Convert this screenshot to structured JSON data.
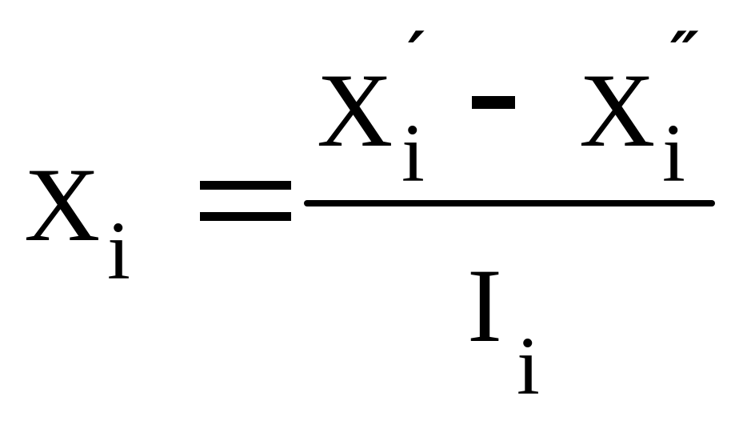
{
  "formula": {
    "lhs": {
      "base": "X",
      "subscript": "i"
    },
    "equals": "=",
    "numerator": {
      "term1": {
        "base": "X",
        "prime": "′",
        "subscript": "i"
      },
      "operator": "-",
      "term2": {
        "base": "X",
        "prime": "″",
        "subscript": "i"
      }
    },
    "denominator": {
      "base": "I",
      "subscript": "i"
    }
  }
}
